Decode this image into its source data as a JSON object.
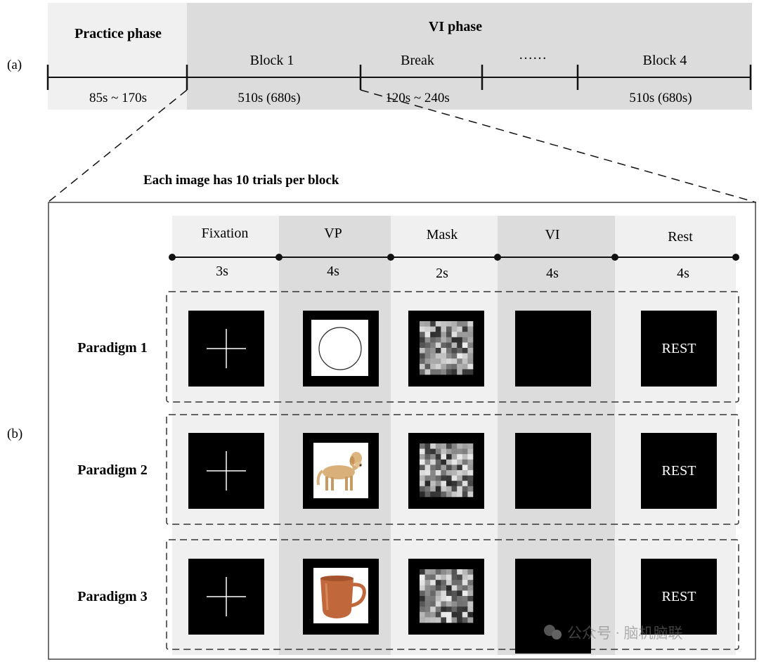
{
  "part_a": {
    "label": "(a)",
    "practice_title": "Practice phase",
    "practice_duration": "85s ~ 170s",
    "vi_title": "VI phase",
    "segments": [
      {
        "label": "Block 1",
        "duration": "510s (680s)"
      },
      {
        "label": "Break",
        "duration": "120s ~ 240s"
      },
      {
        "label": "……",
        "duration": ""
      },
      {
        "label": "Block 4",
        "duration": "510s (680s)"
      }
    ]
  },
  "part_b": {
    "label": "(b)",
    "subtitle": "Each image has 10 trials per block",
    "phases": [
      {
        "name": "Fixation",
        "duration": "3s"
      },
      {
        "name": "VP",
        "duration": "4s"
      },
      {
        "name": "Mask",
        "duration": "2s"
      },
      {
        "name": "VI",
        "duration": "4s"
      },
      {
        "name": "Rest",
        "duration": "4s"
      }
    ],
    "paradigms": [
      {
        "label": "Paradigm 1",
        "vp_stimulus": "circle"
      },
      {
        "label": "Paradigm 2",
        "vp_stimulus": "dog"
      },
      {
        "label": "Paradigm 3",
        "vp_stimulus": "cup"
      }
    ],
    "rest_text": "REST"
  },
  "watermark": "公众号 · 脑机脑联",
  "colors": {
    "panel_light": "#f0f0f0",
    "panel_dark": "#dcdcdc",
    "stimulus": "#000000",
    "cup": "#c0673c"
  }
}
